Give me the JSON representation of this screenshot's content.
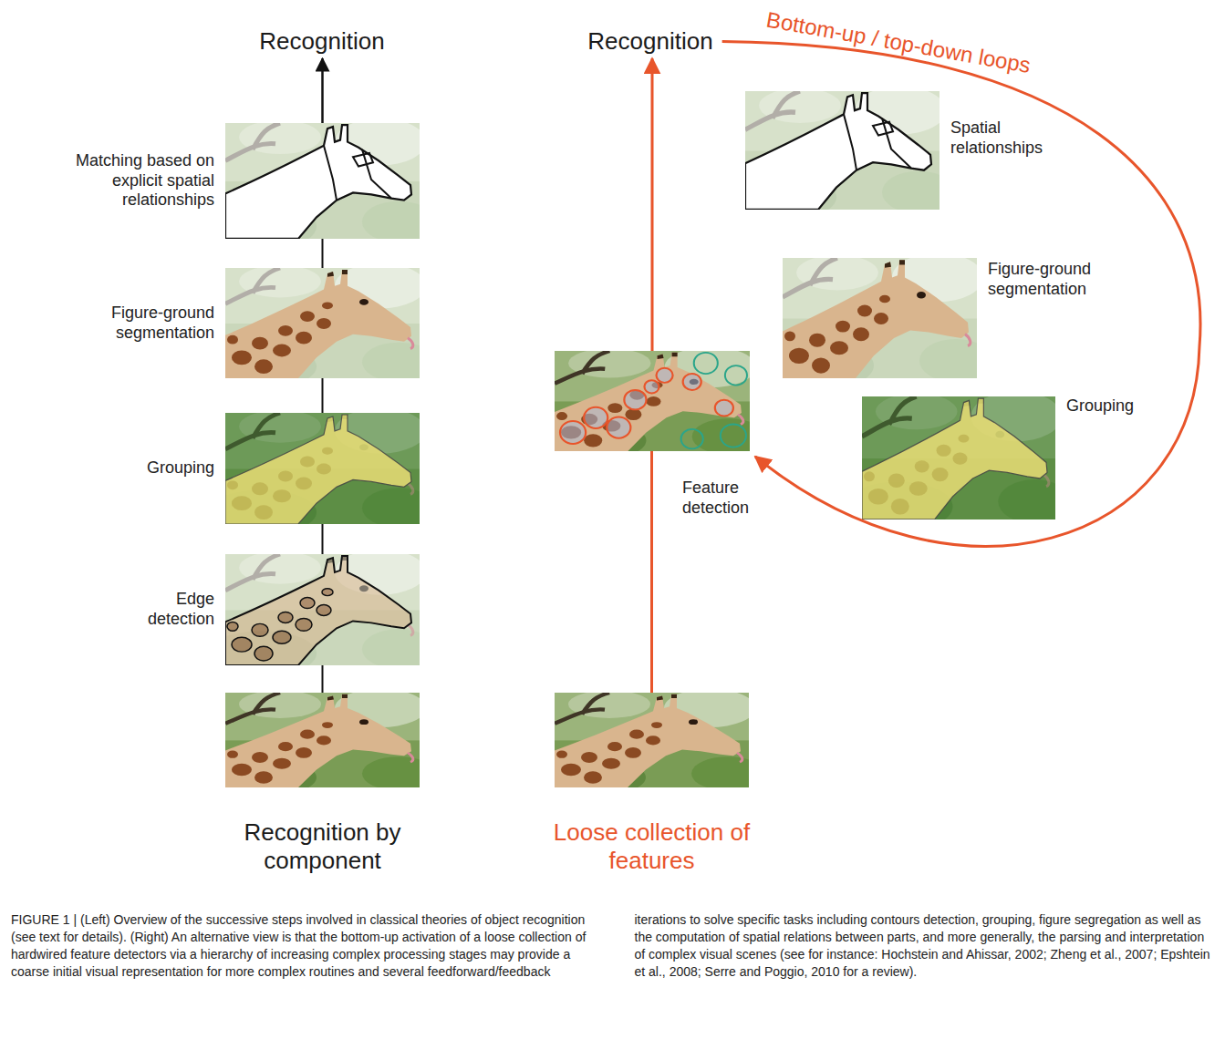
{
  "diagram": {
    "caption": "FIGURE 1 | (Left) Overview of the successive steps involved in classical theories of object recognition (see text for details). (Right) An alternative view is that the bottom-up activation of a loose collection of hardwired feature detectors via a hierarchy of increasing complex processing stages may provide a coarse initial visual representation for more complex routines and several feedforward/feedback iterations to solve specific tasks including contours detection, grouping, figure segregation as well as the computation of spatial relations between parts, and more generally, the parsing and interpretation of complex visual scenes (see for instance: Hochstein and Ahissar, 2002; Zheng et al., 2007; Epshtein et al., 2008; Serre and Poggio, 2010 for a review).",
    "nodes": [
      {
        "text": [
          "Recognition"
        ]
      },
      {
        "text": [
          "Matching based on explicit spatial relationships"
        ]
      },
      {
        "text": [
          "Figure-ground segmentation"
        ]
      },
      {
        "text": [
          "Grouping"
        ]
      },
      {
        "text": [
          "Edge detection"
        ]
      },
      {
        "text": [
          "Recognition by component"
        ]
      },
      {
        "text": [
          "Recognition"
        ]
      },
      {
        "text": [
          "Spatial relationships"
        ]
      },
      {
        "text": [
          "Figure-ground segmentation"
        ]
      },
      {
        "text": [
          "Grouping"
        ]
      },
      {
        "text": [
          "Feature detection"
        ]
      },
      {
        "text": [
          "Loose collection of features"
        ]
      }
    ],
    "edges": [
      {
        "from": 5,
        "to": 4,
        "arrow": "none"
      },
      {
        "from": 4,
        "to": 3,
        "arrow": "none"
      },
      {
        "from": 3,
        "to": 2,
        "arrow": "none"
      },
      {
        "from": 2,
        "to": 1,
        "arrow": "none"
      },
      {
        "from": 1,
        "to": 0,
        "arrow": "to"
      },
      {
        "from": 11,
        "to": 10,
        "arrow": "none"
      },
      {
        "from": 10,
        "to": 6,
        "arrow": "to"
      },
      {
        "from": 6,
        "to": 10,
        "label": "Bottom-up / top-down loops",
        "arrow": "to"
      }
    ]
  }
}
